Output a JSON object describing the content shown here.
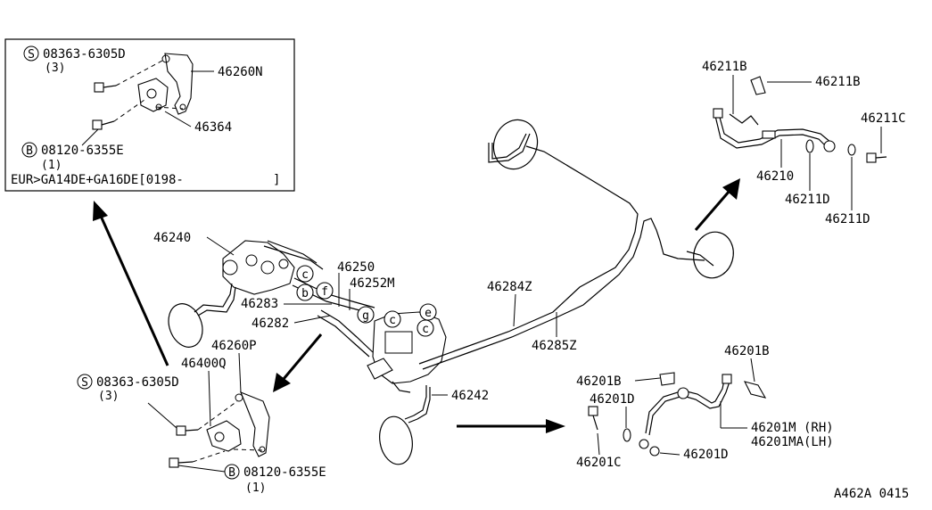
{
  "inset": {
    "screw_code": "08363-6305D",
    "screw_qty": "(3)",
    "bracket_label": "46260N",
    "valve_label": "46364",
    "bolt_code": "08120-6355E",
    "bolt_qty": "(1)",
    "applicability": "EUR>GA14DE+GA16DE[0198-",
    "applicability_end": "]",
    "s_marker": "S",
    "b_marker": "B"
  },
  "center": {
    "master_cyl": "46240",
    "tube_a": "46250",
    "tube_b": "46252M",
    "tube_c": "46283",
    "tube_d": "46282",
    "rear_tube_1": "46284Z",
    "rear_tube_2": "46285Z",
    "connector": "46242",
    "circle_c1": "c",
    "circle_b": "b",
    "circle_f": "f",
    "circle_g": "g",
    "circle_c2": "c",
    "circle_e": "e",
    "circle_c3": "c"
  },
  "lower_left": {
    "bracket_label": "46260P",
    "valve_label": "46400Q",
    "screw_code": "08363-6305D",
    "screw_qty": "(3)",
    "bolt_code": "08120-6355E",
    "bolt_qty": "(1)",
    "s_marker": "S",
    "b_marker": "B"
  },
  "rear_hose": {
    "clip_1": "46211B",
    "clip_2": "46211B",
    "bolt": "46211C",
    "hose": "46210",
    "washer_1": "46211D",
    "washer_2": "46211D"
  },
  "front_hose": {
    "clip_1": "46201B",
    "clip_2": "46201B",
    "washer_1": "46201D",
    "washer_2": "46201D",
    "bolt": "46201C",
    "hose_rh": "46201M (RH)",
    "hose_lh": "46201MA(LH)"
  },
  "diagram_code": "A462A 0415"
}
